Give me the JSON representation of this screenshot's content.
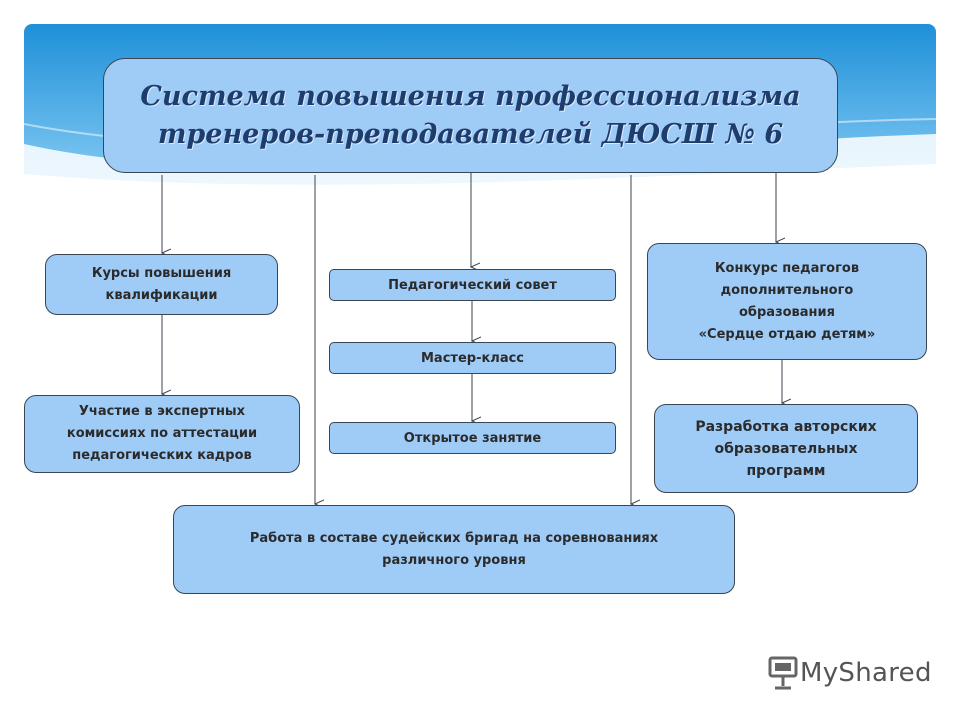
{
  "title": "Система повышения профессионализма\nтренеров-преподавателей ДЮСШ № 6",
  "boxes": {
    "courses": "Курсы повышения\nквалификации",
    "expert_commissions": "Участие в экспертных\nкомиссиях по аттестации\nпедагогических кадров",
    "ped_council": "Педагогический совет",
    "master_class": "Мастер-класс",
    "open_lesson": "Открытое занятие",
    "contest": "Конкурс педагогов\nдополнительного\nобразования\n«Сердце отдаю детям»",
    "author_programs": "Разработка авторских\nобразовательных\nпрограмм",
    "judging": "Работа в составе судейских бригад на соревнованиях\nразличного уровня"
  },
  "logo": {
    "text": "MyShared"
  },
  "colors": {
    "banner_top": "#1e90d8",
    "banner_bottom": "#8fd0f6",
    "box_fill": "#9fcbf7",
    "box_border": "#3a4652",
    "title_text": "#1e3c6c",
    "arrow": "#3a4652"
  }
}
